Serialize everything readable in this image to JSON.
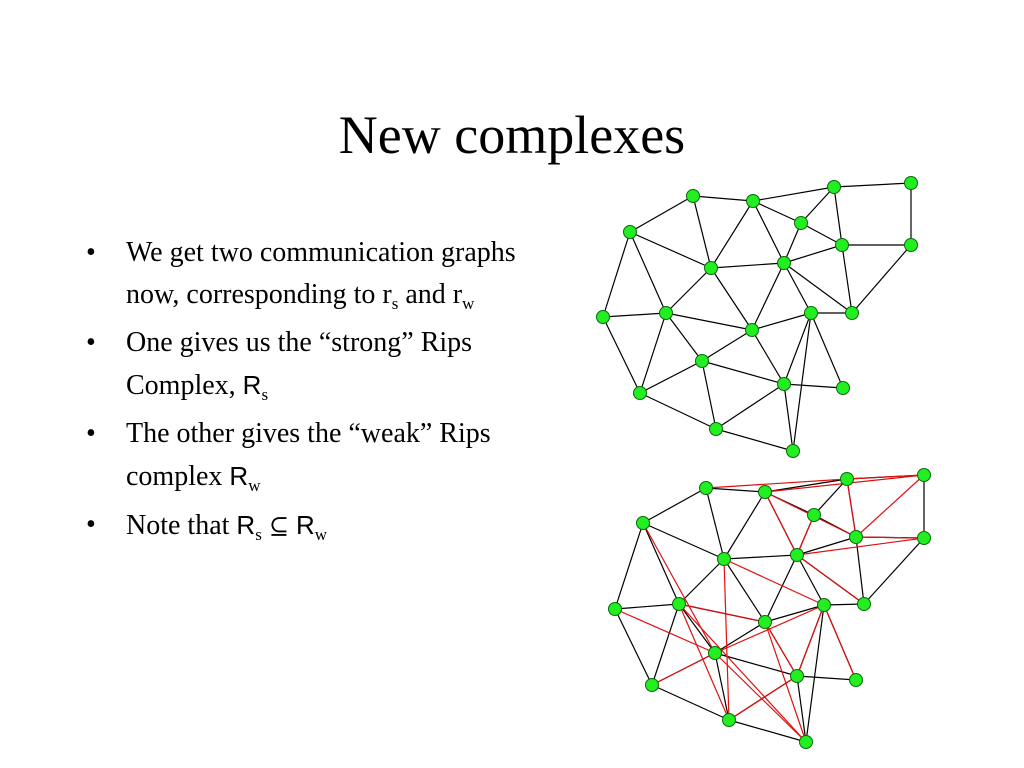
{
  "title": "New complexes",
  "bullet_marker": "•",
  "bullets": {
    "b1": {
      "text1": "We get two communication graphs now, corresponding to r",
      "sub1": "s",
      "text2": "and r",
      "sub2": "w"
    },
    "b2": {
      "text1": "One gives us the “strong” Rips Complex, ",
      "sym": "R",
      "sub": "s"
    },
    "b3": {
      "text1": "The other gives the “weak” Rips complex ",
      "sym": "R",
      "sub": "w"
    },
    "b4": {
      "text1": "Note that ",
      "sym1": "R",
      "sub1": "s",
      "op": "⊆",
      "sym2": "R",
      "sub2": "w"
    }
  },
  "colors": {
    "node_fill": "#22ee22",
    "node_stroke": "#0a6a0a",
    "edge": "#000000",
    "weak_edge": "#e01010"
  }
}
